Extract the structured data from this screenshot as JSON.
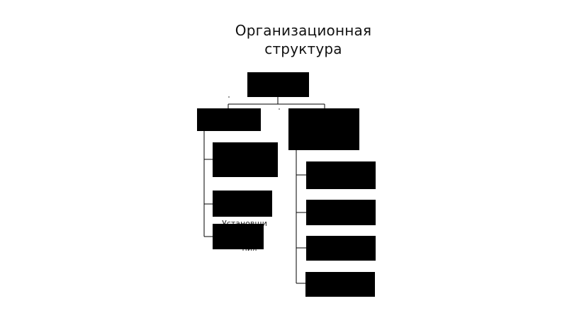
{
  "slide": {
    "title_line_1": "Организационная",
    "title_line_2": "структура"
  },
  "diagram": {
    "overlap_label_top": "Установщи",
    "overlap_label_bottom": "ния",
    "box_fill": "#000000",
    "connector_color": "#000000"
  }
}
